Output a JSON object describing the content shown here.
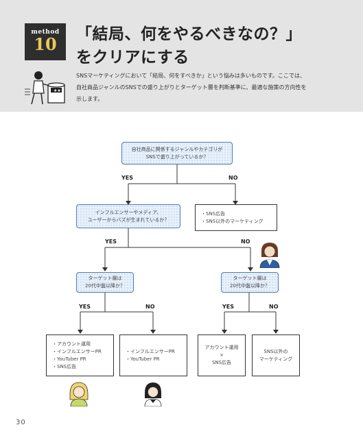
{
  "header": {
    "method_label": "method",
    "method_number": "10",
    "title_line1": "「結局、何をやるべきなの？」",
    "title_line2": "をクリアにする",
    "intro": "SNSマーケティングにおいて「結局、何をすべきか」という悩みは多いものです。ここでは、自社商品ジャンルのSNSでの盛り上がりとターゲット層を判断基準に、最適な施策の方向性を示します。"
  },
  "flowchart": {
    "q1": "自社商品に関係するジャンルやカテゴリが\nSNSで盛り上がっているか？",
    "q2": "インフルエンサーやメディア、\nユーザーからバズが生まれているか？",
    "r_no1": "・SNS広告\n・SNS以外のマーケティング",
    "q3": "ターゲット層は\n20代中盤以降か？",
    "q4": "ターゲット層は\n20代中盤以降か？",
    "r1": "・アカウント運用\n・インフルエンサーPR\n・YouTuber PR\n・SNS広告",
    "r2": "・インフルエンサーPR\n・YouTuber PR",
    "r3": "アカウント運用\n×\nSNS広告",
    "r4": "SNS以外の\nマーケティング",
    "yes": "YES",
    "no": "NO"
  },
  "page_number": "30"
}
